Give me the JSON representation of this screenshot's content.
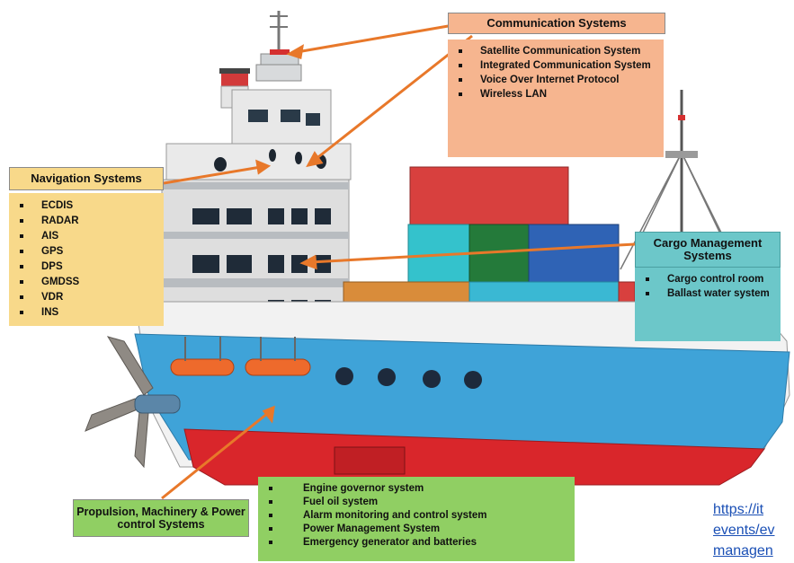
{
  "communication": {
    "title": "Communication Systems",
    "items": [
      "Satellite Communication System",
      "Integrated Communication System",
      "Voice Over Internet Protocol",
      "Wireless LAN"
    ]
  },
  "navigation": {
    "title": "Navigation Systems",
    "items": [
      "ECDIS",
      "RADAR",
      "AIS",
      "GPS",
      "DPS",
      "GMDSS",
      "VDR",
      "INS"
    ]
  },
  "cargo": {
    "title": "Cargo Management Systems",
    "items": [
      "Cargo control room",
      "Ballast water system"
    ]
  },
  "propulsion": {
    "title": "Propulsion, Machinery & Power control Systems",
    "items": [
      "Engine governor system",
      "Fuel oil system",
      "Alarm monitoring and control system",
      "Power Management System",
      "Emergency generator and batteries"
    ]
  },
  "link": {
    "line1": "https://it",
    "line2": "events/ev",
    "line3": "managen"
  },
  "colors": {
    "communication_box": "#f6b58f",
    "navigation_box": "#f8d98a",
    "cargo_box": "#6cc7c9",
    "propulsion_box": "#90cf63",
    "arrow": "#e8782a",
    "hull_blue": "#3fa3d8",
    "hull_red": "#d9262b"
  }
}
